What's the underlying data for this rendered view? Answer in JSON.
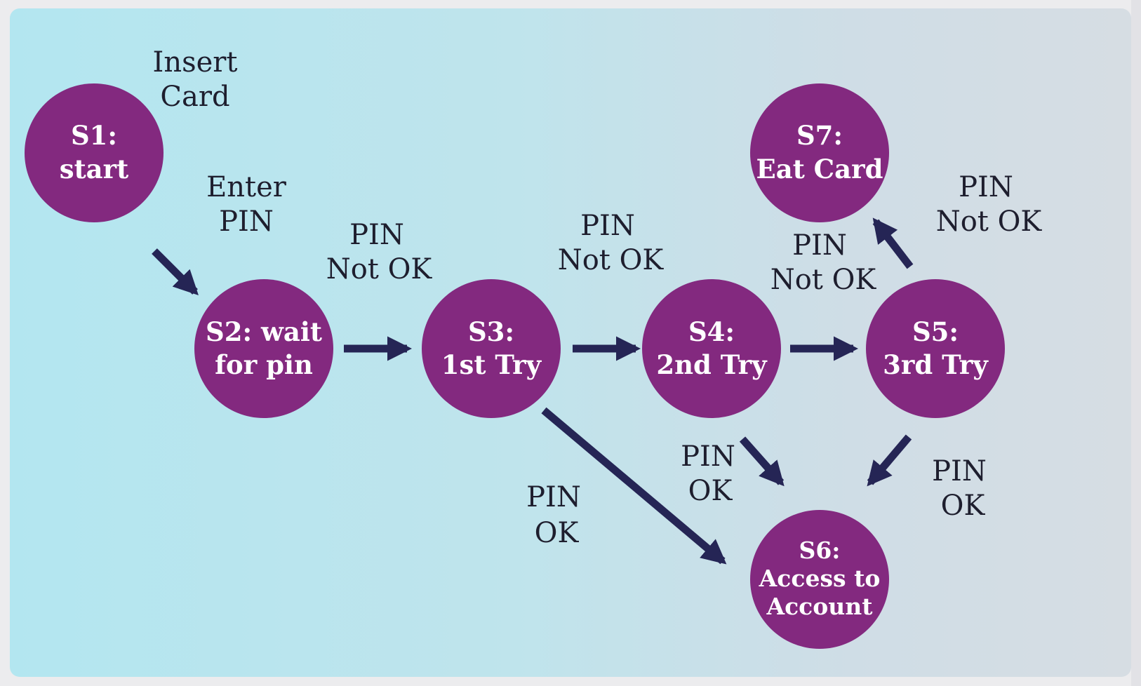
{
  "colors": {
    "state_fill": "#83297f",
    "arrow": "#252555",
    "state_text": "#ffffff",
    "label_text": "#1e1e2e",
    "background_left": "#b3e6f0",
    "background_right": "#d6dde3"
  },
  "states": {
    "s1": {
      "line1": "S1:",
      "line2": "start"
    },
    "s2": {
      "line1": "S2: wait",
      "line2": "for pin"
    },
    "s3": {
      "line1": "S3:",
      "line2": "1st Try"
    },
    "s4": {
      "line1": "S4:",
      "line2": "2nd Try"
    },
    "s5": {
      "line1": "S5:",
      "line2": "3rd Try"
    },
    "s6": {
      "line1": "S6:",
      "line2": "Access to",
      "line3": "Account"
    },
    "s7": {
      "line1": "S7:",
      "line2": "Eat Card"
    }
  },
  "transitions": {
    "insert_card": {
      "line1": "Insert",
      "line2": "Card"
    },
    "enter_pin": {
      "line1": "Enter",
      "line2": "PIN"
    },
    "s2_to_s3": {
      "line1": "PIN",
      "line2": "Not OK"
    },
    "s3_to_s4": {
      "line1": "PIN",
      "line2": "Not OK"
    },
    "s4_to_s5": {
      "line1": "PIN",
      "line2": "Not OK"
    },
    "s5_to_s7": {
      "line1": "PIN",
      "line2": "Not OK"
    },
    "s3_to_s6": {
      "line1": "PIN",
      "line2": "OK"
    },
    "s4_to_s6": {
      "line1": "PIN",
      "line2": "OK"
    },
    "s5_to_s6": {
      "line1": "PIN",
      "line2": "OK"
    }
  }
}
